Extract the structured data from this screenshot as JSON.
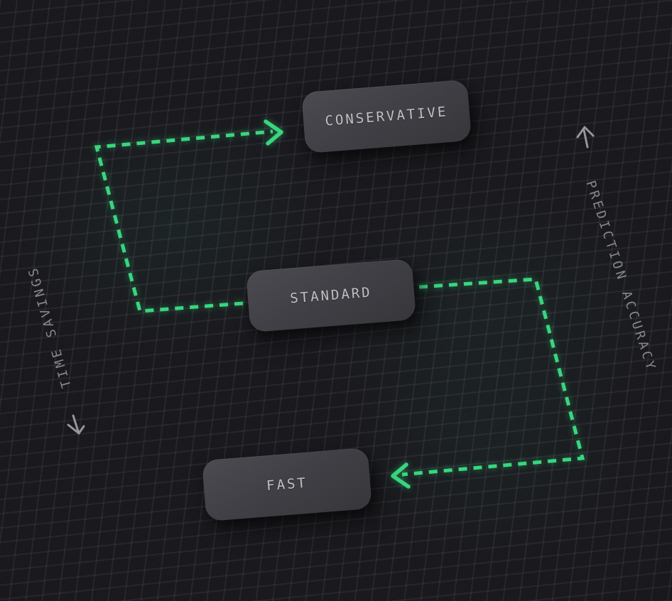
{
  "nodes": [
    {
      "id": "conservative",
      "label": "CONSERVATIVE"
    },
    {
      "id": "standard",
      "label": "STANDARD"
    },
    {
      "id": "fast",
      "label": "FAST"
    }
  ],
  "axes": {
    "left": {
      "label": "TIME SAVINGS",
      "arrow_icon": "arrow-down-icon"
    },
    "right": {
      "label": "PREDICTION ACCURACY",
      "arrow_icon": "arrow-up-icon"
    }
  },
  "connectors": [
    {
      "from": "standard",
      "to": "conservative",
      "style": "dashed",
      "arrow": "right"
    },
    {
      "from": "standard",
      "to": "fast",
      "style": "dashed",
      "arrow": "left"
    }
  ],
  "colors": {
    "accent": "#35d77c",
    "node_text": "#c0c1c5",
    "axis_text": "#85868a",
    "axis_arrow": "#95969a",
    "background": "#16151a",
    "grid_line": "rgba(190,182,208,0.08)",
    "node_fill_top": "#48484e",
    "node_fill_bottom": "#333338"
  }
}
